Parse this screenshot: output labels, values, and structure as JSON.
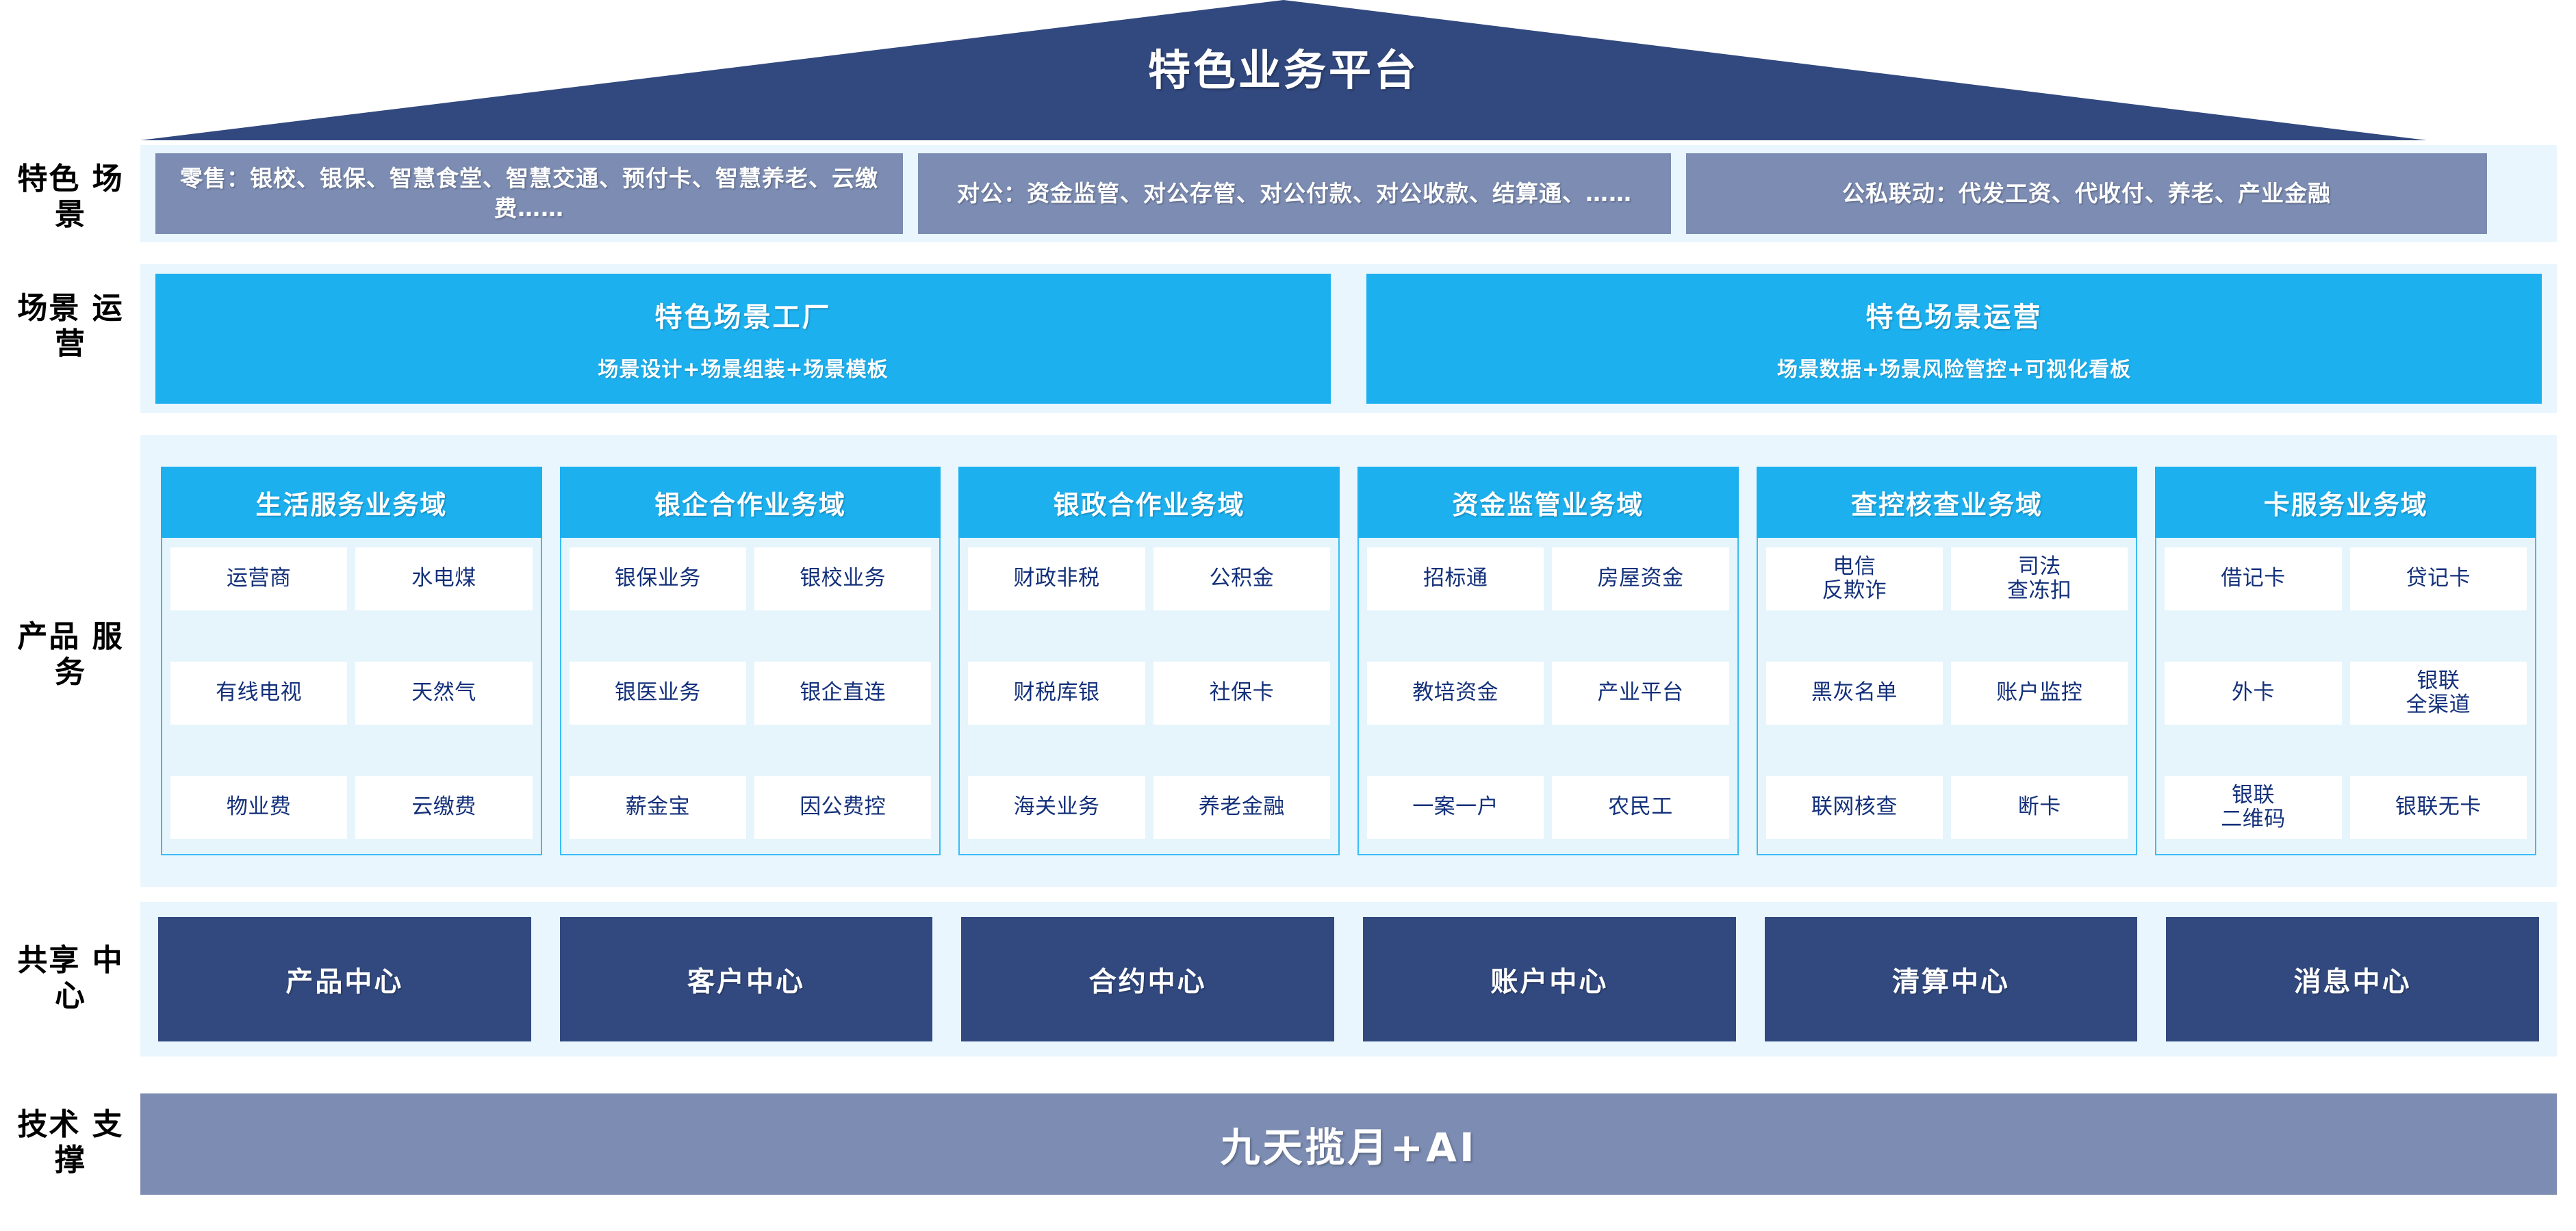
{
  "header": {
    "title": "特色业务平台",
    "roof_color": "#32497f"
  },
  "row_labels": {
    "scene": "特色\n场景",
    "operation": "场景\n运营",
    "product": "产品\n服务",
    "shared_center": "共享\n中心",
    "tech_support": "技术\n支撑"
  },
  "scene_row": {
    "boxes": [
      {
        "text": "零售：银校、银保、智慧食堂、智慧交通、预付卡、智慧养老、云缴费……"
      },
      {
        "text": "对公：资金监管、对公存管、对公付款、对公收款、结算通、……"
      },
      {
        "text": "公私联动：代发工资、代收付、养老、产业金融"
      }
    ],
    "box_color": "#7c8cb2"
  },
  "operation_row": {
    "boxes": [
      {
        "title": "特色场景工厂",
        "subtitle": "场景设计+场景组装+场景模板"
      },
      {
        "title": "特色场景运营",
        "subtitle": "场景数据+场景风险管控+可视化看板"
      }
    ],
    "box_color": "#1cb0ef"
  },
  "product_row": {
    "header_color": "#1cb0ef",
    "body_color": "#e6f5fc",
    "tile_text_color": "#13307a",
    "domains": [
      {
        "name": "生活服务业务域",
        "tiles": [
          [
            "运营商",
            "水电煤"
          ],
          [
            "有线电视",
            "天然气"
          ],
          [
            "物业费",
            "云缴费"
          ]
        ]
      },
      {
        "name": "银企合作业务域",
        "tiles": [
          [
            "银保业务",
            "银校业务"
          ],
          [
            "银医业务",
            "银企直连"
          ],
          [
            "薪金宝",
            "因公费控"
          ]
        ]
      },
      {
        "name": "银政合作业务域",
        "tiles": [
          [
            "财政非税",
            "公积金"
          ],
          [
            "财税库银",
            "社保卡"
          ],
          [
            "海关业务",
            "养老金融"
          ]
        ]
      },
      {
        "name": "资金监管业务域",
        "tiles": [
          [
            "招标通",
            "房屋资金"
          ],
          [
            "教培资金",
            "产业平台"
          ],
          [
            "一案一户",
            "农民工"
          ]
        ]
      },
      {
        "name": "查控核查业务域",
        "tiles": [
          [
            "电信\n反欺诈",
            "司法\n查冻扣"
          ],
          [
            "黑灰名单",
            "账户监控"
          ],
          [
            "联网核查",
            "断卡"
          ]
        ]
      },
      {
        "name": "卡服务业务域",
        "tiles": [
          [
            "借记卡",
            "贷记卡"
          ],
          [
            "外卡",
            "银联\n全渠道"
          ],
          [
            "银联\n二维码",
            "银联无卡"
          ]
        ]
      }
    ]
  },
  "shared_center_row": {
    "boxes": [
      "产品中心",
      "客户中心",
      "合约中心",
      "账户中心",
      "清算中心",
      "消息中心"
    ],
    "box_color": "#32497f"
  },
  "tech_support_row": {
    "title": "九天揽月+AI",
    "box_color": "#7c8cb2"
  },
  "band_background": "#e9f6fd"
}
